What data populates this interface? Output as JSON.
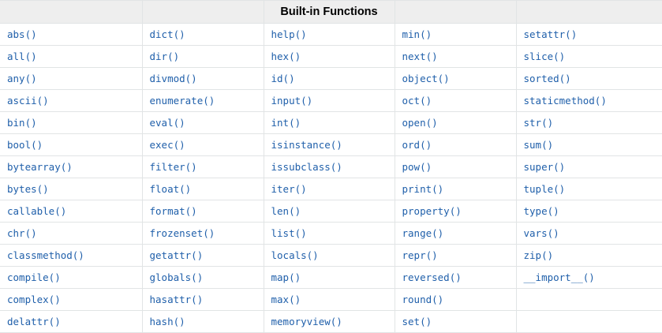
{
  "table": {
    "title": "Built-in Functions",
    "title_column_index": 2,
    "column_count": 5,
    "header_cells": [
      "",
      "",
      "Built-in Functions",
      "",
      ""
    ],
    "rows": [
      [
        "abs()",
        "dict()",
        "help()",
        "min()",
        "setattr()"
      ],
      [
        "all()",
        "dir()",
        "hex()",
        "next()",
        "slice()"
      ],
      [
        "any()",
        "divmod()",
        "id()",
        "object()",
        "sorted()"
      ],
      [
        "ascii()",
        "enumerate()",
        "input()",
        "oct()",
        "staticmethod()"
      ],
      [
        "bin()",
        "eval()",
        "int()",
        "open()",
        "str()"
      ],
      [
        "bool()",
        "exec()",
        "isinstance()",
        "ord()",
        "sum()"
      ],
      [
        "bytearray()",
        "filter()",
        "issubclass()",
        "pow()",
        "super()"
      ],
      [
        "bytes()",
        "float()",
        "iter()",
        "print()",
        "tuple()"
      ],
      [
        "callable()",
        "format()",
        "len()",
        "property()",
        "type()"
      ],
      [
        "chr()",
        "frozenset()",
        "list()",
        "range()",
        "vars()"
      ],
      [
        "classmethod()",
        "getattr()",
        "locals()",
        "repr()",
        "zip()"
      ],
      [
        "compile()",
        "globals()",
        "map()",
        "reversed()",
        "__import__()"
      ],
      [
        "complex()",
        "hasattr()",
        "max()",
        "round()",
        ""
      ],
      [
        "delattr()",
        "hash()",
        "memoryview()",
        "set()",
        ""
      ]
    ]
  },
  "colors": {
    "link": "#1f5faa",
    "header_background": "#eeeeee",
    "border": "#e1e4e5",
    "cell_background": "#ffffff",
    "title_text": "#000000"
  }
}
